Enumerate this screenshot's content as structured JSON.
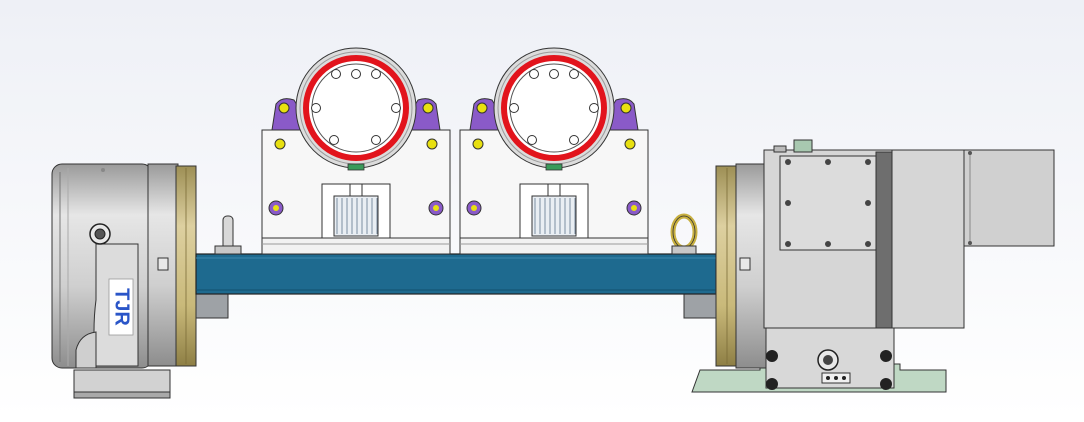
{
  "viewport": {
    "background_top": "#eef0f6",
    "background_bottom": "#ffffff"
  },
  "left_tailstock": {
    "brand_logo": "TJR",
    "logo_color": "#2a55c8",
    "body_color": "#c9c9c9",
    "face_ring_color": "#c9b97a"
  },
  "base_beam": {
    "color": "#1e6a8f"
  },
  "fixtures": [
    {
      "id": "left",
      "ring_color": "#e2141c",
      "clamp_color": "#8a5ac8",
      "bolt_color": "#e8e010"
    },
    {
      "id": "right",
      "ring_color": "#e2141c",
      "clamp_color": "#8a5ac8",
      "bolt_color": "#e8e010"
    }
  ],
  "right_rotary_table": {
    "body_color": "#cfcfcf",
    "motor_color": "#d6d6d6",
    "foot_color": "#bfd8c4"
  }
}
